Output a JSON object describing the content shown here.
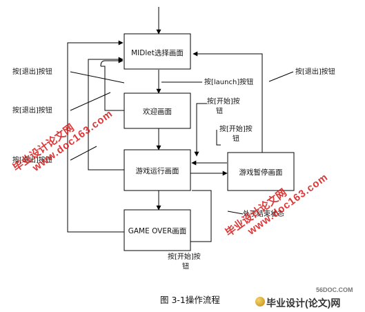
{
  "boxes": {
    "midlet": "MIDlet选择画面",
    "welcome": "欢迎画面",
    "running": "游戏运行画面",
    "paused": "游戏暂停画面",
    "gameover": "GAME OVER画面"
  },
  "labels": {
    "exit_1": "按[退出]按钮",
    "exit_2": "按[退出]按钮",
    "exit_3": "按[退出]按钮",
    "exit_right": "按[退出]按钮",
    "launch": "按[launch]按钮",
    "start_1_line1": "按[开始]按",
    "start_1_line2": "钮",
    "start_2_line1": "按[开始]按",
    "start_2_line2": "钮",
    "end_state": "处于结束状态",
    "start_3_line1": "按[开始]按",
    "start_3_line2": "钮"
  },
  "caption": "图 3-1操作流程",
  "watermarks": {
    "left_cn": "毕业设计论文网",
    "left_url": "www.doc163.com",
    "right_cn": "毕业设计论文网",
    "right_url": "www.doc163.com"
  },
  "logo": {
    "site_small": "56DOC.COM",
    "site_main": "毕业设计(论文)网"
  },
  "colors": {
    "watermark": "#d71414",
    "line": "#000000"
  }
}
